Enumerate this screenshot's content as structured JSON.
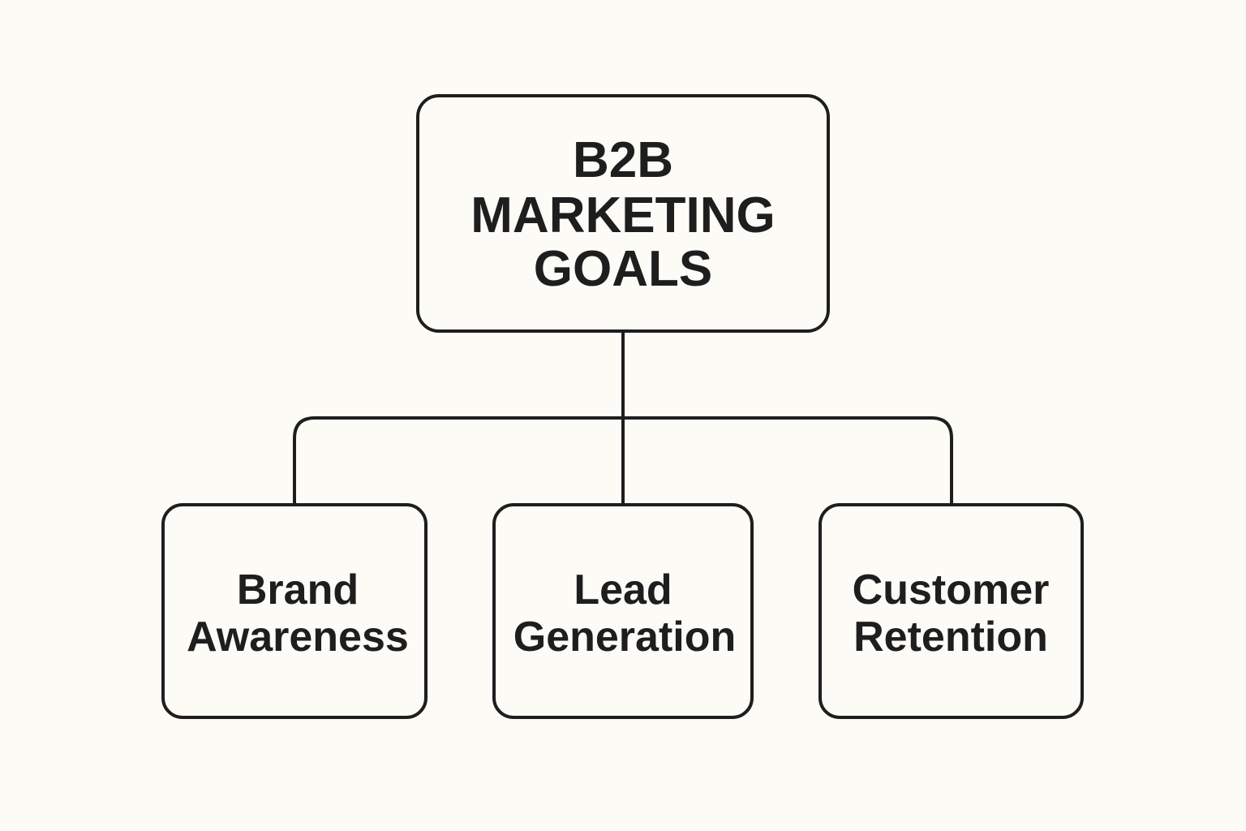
{
  "diagram": {
    "root": {
      "lines": [
        "B2B",
        "MARKETING",
        "GOALS"
      ]
    },
    "children": [
      {
        "lines": [
          "Brand",
          "Awareness"
        ]
      },
      {
        "lines": [
          "Lead",
          "Generation"
        ]
      },
      {
        "lines": [
          "Customer",
          "Retention"
        ]
      }
    ]
  },
  "colors": {
    "background": "#fcfbf6",
    "stroke": "#1e1e1e",
    "text": "#1e1e1e"
  }
}
